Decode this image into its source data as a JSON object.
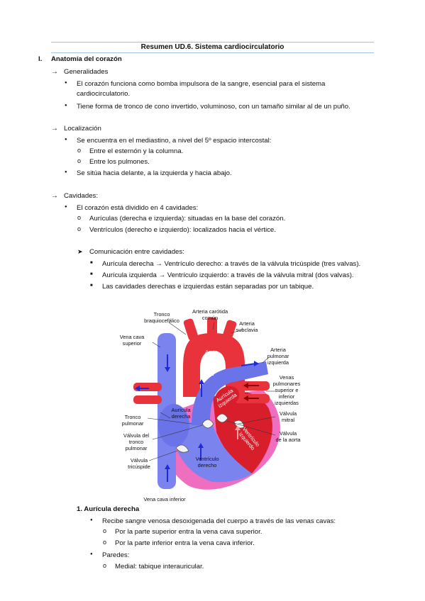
{
  "title": "Resumen UD.6. Sistema cardiocirculatorio",
  "section1": {
    "number": "I.",
    "heading": "Anatomía del corazón"
  },
  "generalidades": {
    "heading": "Generalidades",
    "b1_line1": "El corazón funciona como bomba impulsora de la sangre, esencial para el sistema",
    "b1_line2": "cardiocirculatorio.",
    "b2": "Tiene forma de tronco de cono invertido, voluminoso, con un tamaño similar al de un puño."
  },
  "localizacion": {
    "heading": "Localización",
    "b1": "Se encuentra en el mediastino, a nivel del 5º espacio intercostal:",
    "s1": "Entre el esternón y la columna.",
    "s2": "Entre los pulmones.",
    "b2": "Se sitúa hacia delante, a la izquierda y hacia abajo."
  },
  "cavidades": {
    "heading": "Cavidades:",
    "b1": "El corazón está dividido en 4 cavidades:",
    "s1": "Aurículas (derecha e izquierda): situadas en la base del corazón.",
    "s2": "Ventrículos (derecho e izquierdo): localizados hacia el vértice.",
    "comunicacion": "Comunicación entre cavidades:",
    "c1": "Aurícula derecha → Ventrículo derecho: a través de la válvula tricúspide (tres valvas).",
    "c2": "Aurícula izquierda → Ventrículo izquierdo: a través de la válvula mitral (dos valvas).",
    "c3": "Las cavidades derechas e izquierdas están separadas por un tabique."
  },
  "diagram": {
    "tronco_braquio_1": "Tronco",
    "tronco_braquio_2": "braquiocefálico",
    "carotida_1": "Arteria carótida",
    "carotida_2": "común",
    "subclavia_1": "Arteria",
    "subclavia_2": "subclavia",
    "vena_cava_sup_1": "Vena cava",
    "vena_cava_sup_2": "superior",
    "aorta": "Aorta",
    "art_pulm_1": "Arteria",
    "art_pulm_2": "pulmonar",
    "art_pulm_3": "izquierda",
    "venas_pulm_1": "Venas",
    "venas_pulm_2": "pulmonares",
    "venas_pulm_3": "superior e",
    "venas_pulm_4": "inferior",
    "venas_pulm_5": "izquierdas",
    "auric_izq_1": "Aurícula",
    "auric_izq_2": "izquierda",
    "auric_der_1": "Aurícula",
    "auric_der_2": "derecha",
    "tronco_pulm_1": "Tronco",
    "tronco_pulm_2": "pulmonar",
    "valv_tronco_1": "Válvula del",
    "valv_tronco_2": "tronco",
    "valv_tronco_3": "pulmonar",
    "valv_mitral_1": "Válvula",
    "valv_mitral_2": "mitral",
    "valv_aorta_1": "Válvula",
    "valv_aorta_2": "de la aorta",
    "ventr_izq_1": "Ventrículo",
    "ventr_izq_2": "izquierdo",
    "valv_tric_1": "Válvula",
    "valv_tric_2": "tricúspide",
    "ventr_der_1": "Ventrículo",
    "ventr_der_2": "derecho",
    "vena_cava_inf": "Vena cava inferior"
  },
  "auricula_derecha": {
    "heading": "1.  Aurícula derecha",
    "b1": "Recibe sangre venosa desoxigenada del cuerpo a través de las venas cavas:",
    "s1": "Por la parte superior entra la vena cava superior.",
    "s2": "Por la parte inferior entra la vena cava inferior.",
    "b2": "Paredes:",
    "s3": "Medial: tabique interauricular."
  },
  "colors": {
    "rule": "#9ec3df",
    "oxygenated": "#e8323c",
    "deoxygenated": "#6a74e8",
    "pericardium": "#f06ec0"
  }
}
